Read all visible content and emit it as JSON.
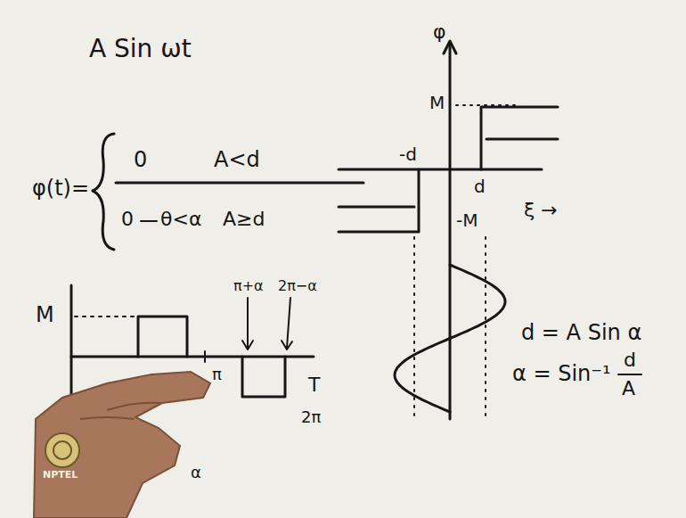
{
  "diagram": {
    "labels": [
      "A Sin ωt",
      "φ(t)=",
      "0",
      "A<d",
      "0",
      "θ<α",
      "A≥d",
      "φ",
      "M",
      "-d",
      "d",
      "-M",
      "ξ →",
      "d = A Sin α",
      "α = Sin⁻¹",
      "d",
      "A",
      "M",
      "π+α",
      "2π−α",
      "π",
      "T",
      "2π",
      "α",
      "NPTEL"
    ]
  }
}
